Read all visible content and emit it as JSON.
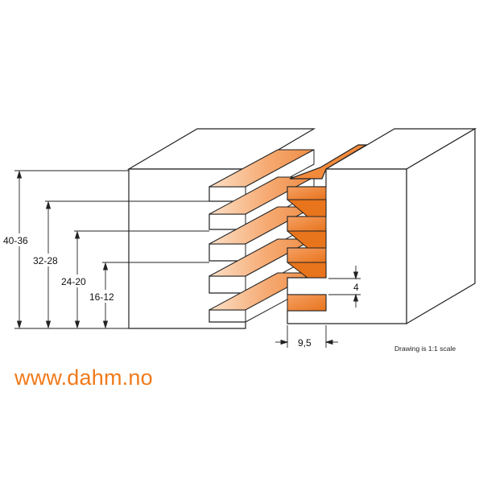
{
  "dimensions": {
    "height_labels": [
      "40-36",
      "32-28",
      "24-20",
      "16-12"
    ],
    "gap_label": "9,5",
    "tooth_label": "4"
  },
  "scale_note": "Drawing is 1:1 scale",
  "website": "www.dahm.no",
  "colors": {
    "accent": "#f07a1a",
    "wood_light": "#f8b888",
    "wood_dark": "#e8741c",
    "line": "#222222"
  }
}
